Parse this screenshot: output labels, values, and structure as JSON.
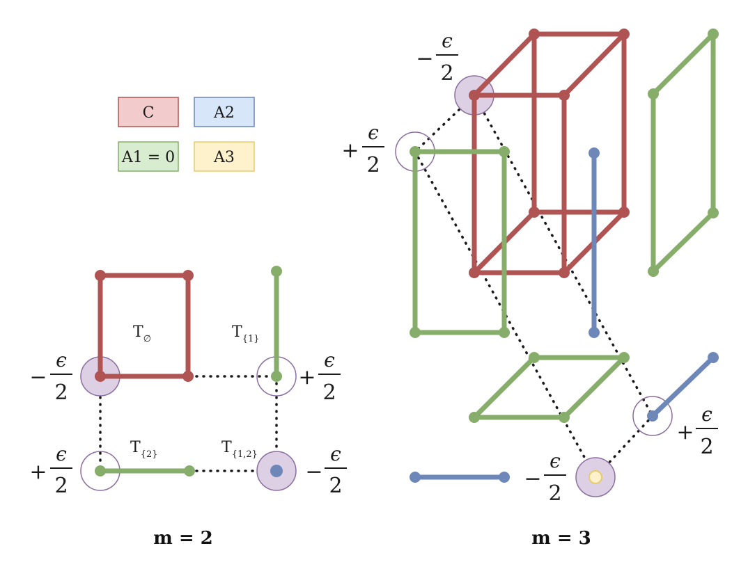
{
  "colors": {
    "C": "#b05353",
    "A1": "#86ad69",
    "A2": "#6d87b8",
    "A3": "#e6cc6a",
    "purple": "#8c6e9e",
    "purple_fill": "#ddd0e4",
    "dot": "#1a1a1a"
  },
  "legend": {
    "C": "C",
    "A2": "A2",
    "A1": "A1 = 0",
    "A3": "A3"
  },
  "labels": {
    "T_base": "T",
    "T_empty_sub": "∅",
    "T1_sub": "{1}",
    "T2_sub": "{2}",
    "T12_sub": "{1,2}",
    "minus": "−",
    "plus": "+",
    "epsilon": "ϵ",
    "two": "2"
  },
  "titles": {
    "m2": "m = 2",
    "m3": "m = 3"
  }
}
